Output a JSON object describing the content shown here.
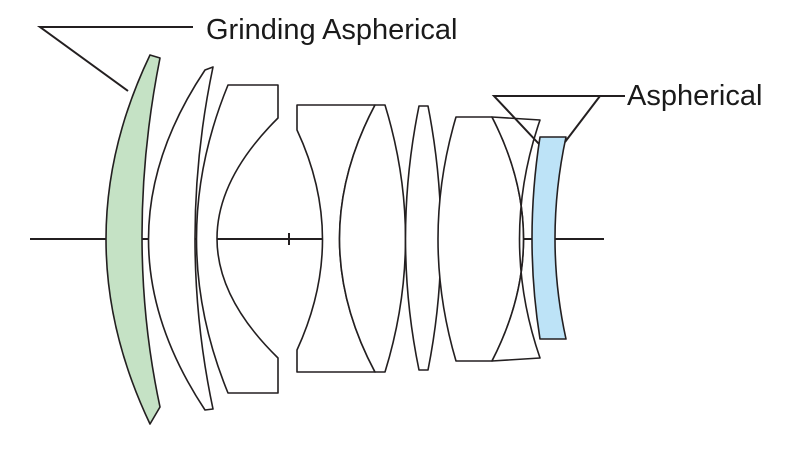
{
  "labels": {
    "grinding_aspherical": "Grinding Aspherical",
    "aspherical": "Aspherical"
  },
  "colors": {
    "line": "#231f20",
    "grinding_aspherical_fill": "#c5e2c5",
    "aspherical_fill": "#bde3f7",
    "lens_fill": "#ffffff"
  },
  "lens_elements": [
    {
      "name": "lens-1-grinding-aspherical",
      "highlight": "grinding_aspherical"
    },
    {
      "name": "lens-2"
    },
    {
      "name": "lens-3"
    },
    {
      "name": "lens-4"
    },
    {
      "name": "lens-5"
    },
    {
      "name": "lens-6"
    },
    {
      "name": "lens-7"
    },
    {
      "name": "lens-8"
    },
    {
      "name": "lens-9-aspherical",
      "highlight": "aspherical"
    }
  ]
}
